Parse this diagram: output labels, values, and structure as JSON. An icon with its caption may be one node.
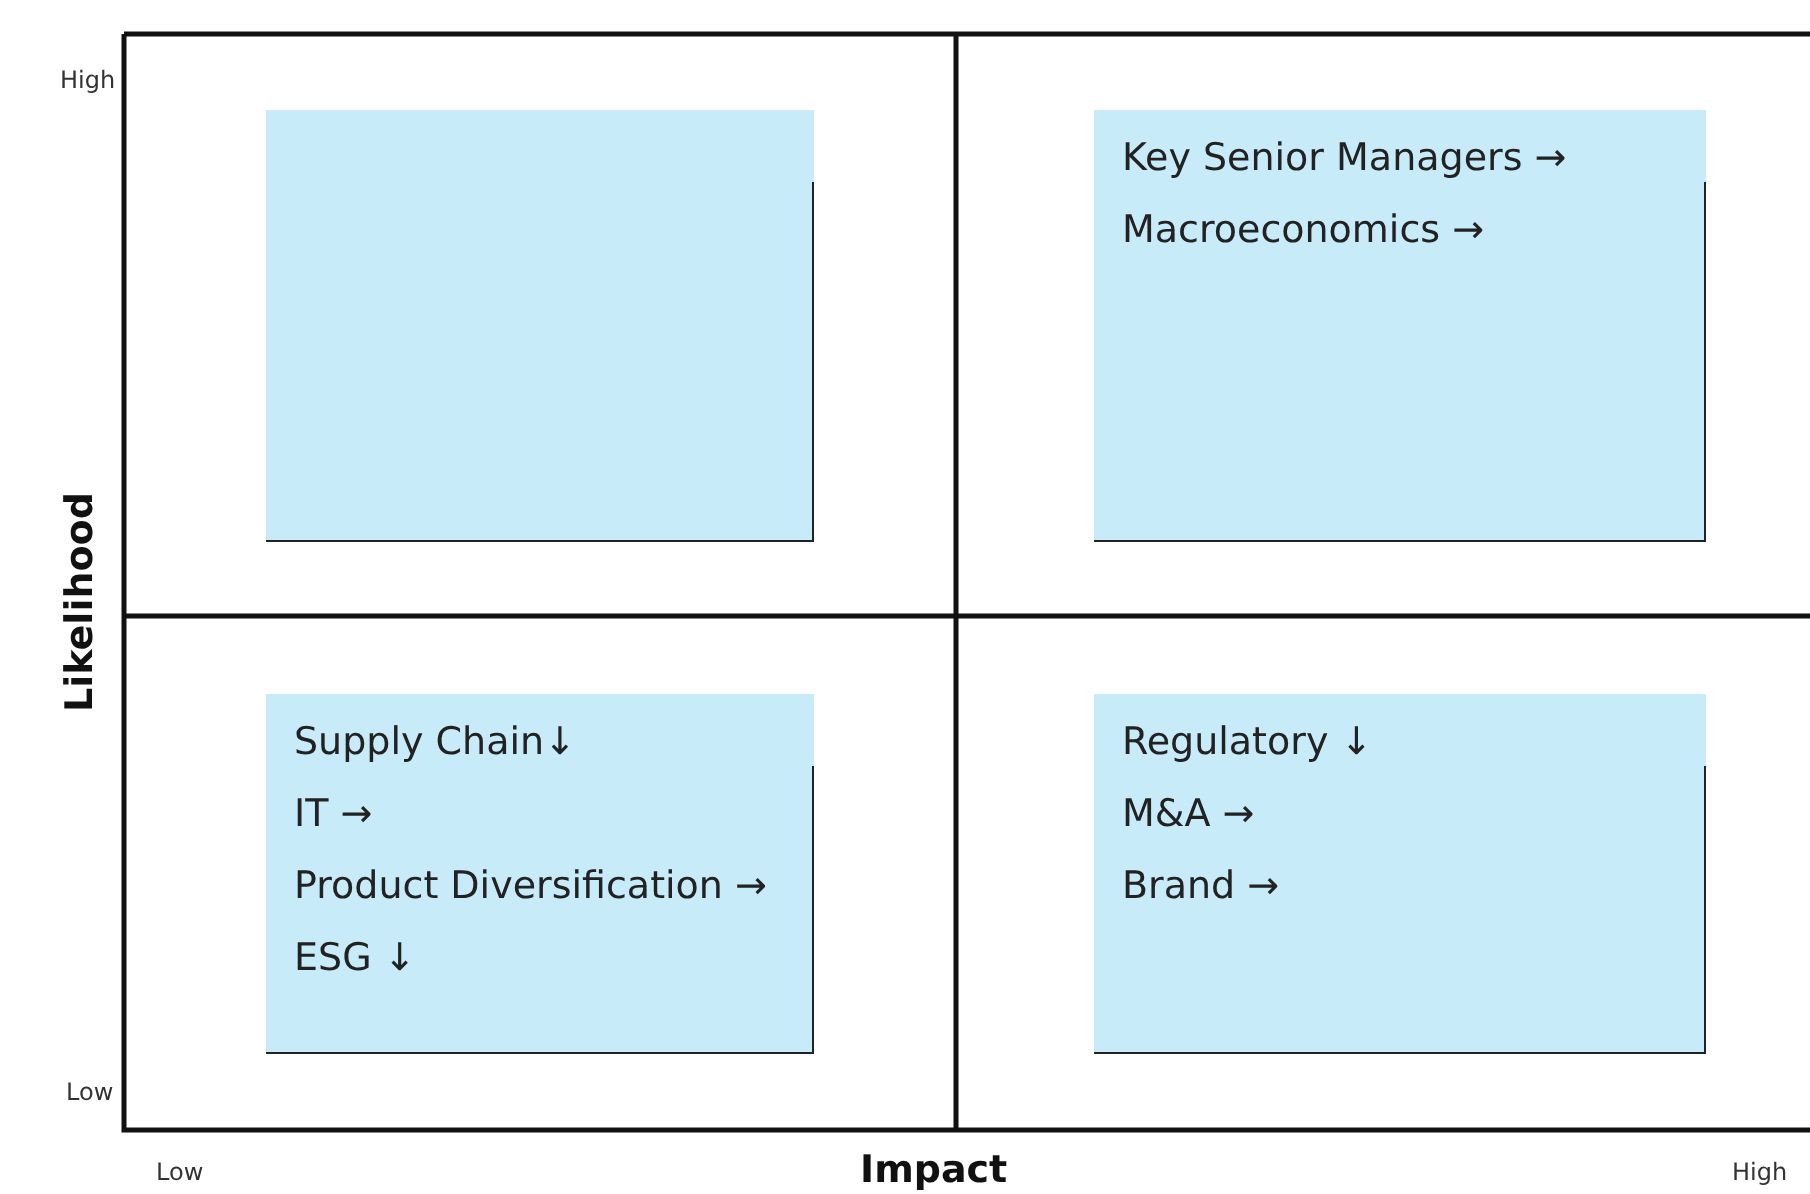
{
  "diagram": {
    "nodes": [
      {
        "text": [],
        "shape": "box"
      },
      {
        "text": [
          "Key Senior Managers →",
          "Macroeconomics →"
        ]
      },
      {
        "text": [
          "Supply Chain↓",
          "IT →",
          "Product Diversification →",
          "ESG ↓"
        ]
      },
      {
        "text": [
          "Regulatory ↓",
          "M&A →",
          "Brand →"
        ]
      }
    ],
    "labels": [
      "High",
      "Likelihood",
      "Low",
      "Low",
      "Impact",
      "High"
    ]
  }
}
